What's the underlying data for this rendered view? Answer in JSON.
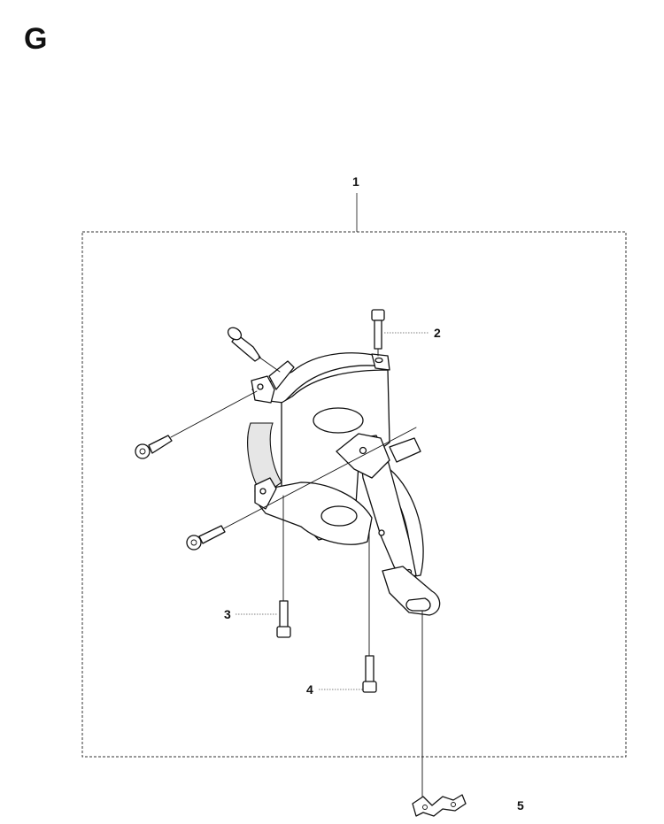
{
  "section_letter": "G",
  "callouts": {
    "item_1": "1",
    "item_2": "2",
    "item_3": "3",
    "item_4": "4",
    "item_5": "5"
  }
}
